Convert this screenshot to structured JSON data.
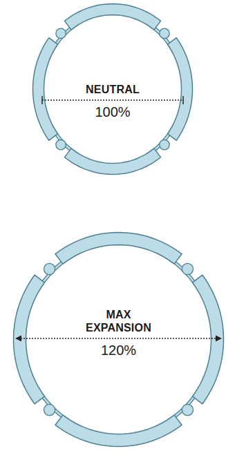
{
  "diagram": {
    "nodes": [
      {
        "text": [
          "NEUTRAL",
          "100%"
        ]
      },
      {
        "text": [
          "MAX EXPANSION",
          "120%"
        ]
      }
    ]
  }
}
